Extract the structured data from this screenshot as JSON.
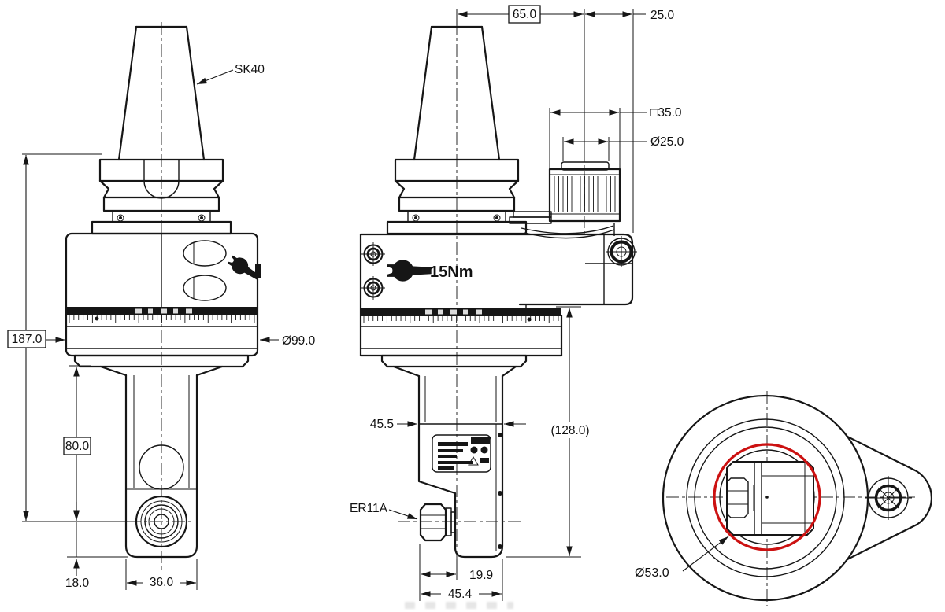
{
  "drawing": {
    "views": {
      "front": {
        "taper_label": "SK40",
        "dim_overall_height": "187.0",
        "dim_arm_length": "80.0",
        "dim_nose_offset": "18.0",
        "dim_arm_width": "36.0",
        "dim_body_diameter": "Ø99.0"
      },
      "side": {
        "torque_label": "15Nm",
        "dim_head_offset": "65.0",
        "dim_overhang": "25.0",
        "dim_coupling_square": "□35.0",
        "dim_coupling_diameter": "Ø25.0",
        "dim_body_width": "45.5",
        "dim_head_height_ref": "(128.0)",
        "collet_label": "ER11A",
        "dim_axis_offset": "19.9",
        "dim_head_width": "45.4"
      },
      "bottom": {
        "dim_circle_diameter": "Ø53.0",
        "highlight_color": "#cc1111"
      }
    }
  }
}
